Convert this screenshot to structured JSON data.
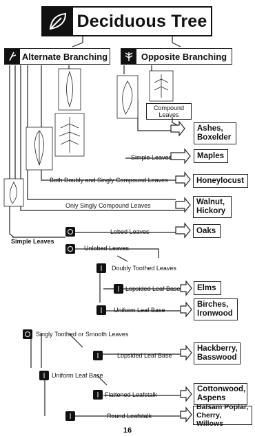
{
  "title": "Deciduous Tree",
  "branches": {
    "alternate": "Alternate Branching",
    "opposite": "Opposite Branching"
  },
  "nodes": {
    "compound_leaves": "Compound Leaves",
    "simple_leaves_opp": "Simple Leaves",
    "both_compound": "Both Doubly and Singly Compound Leaves",
    "only_singly": "Only Singly Compound Leaves",
    "lobed": "Lobed Leaves",
    "simple_leaves_alt": "Simple Leaves",
    "unlobed": "Unlobed Leaves",
    "doubly_toothed": "Doubly Toothed Leaves",
    "lopsided_1": "Lopsided Leaf Base",
    "uniform_1": "Uniform Leaf Base",
    "singly_toothed": "Singly Toothed or Smooth Leaves",
    "lopsided_2": "Lopsided Leaf Base",
    "uniform_2": "Uniform Leaf Base",
    "flattened": "Flattened Leafstalk",
    "round": "Round Leafstalk"
  },
  "answers": {
    "ashes": "Ashes, Boxelder",
    "maples": "Maples",
    "honeylocust": "Honeylocust",
    "walnut": "Walnut, Hickory",
    "oaks": "Oaks",
    "elms": "Elms",
    "birches": "Birches, Ironwood",
    "hackberry": "Hackberry, Basswood",
    "cottonwood": "Cottonwood, Aspens",
    "balsam": "Balsam Poplar, Cherry, Willows"
  },
  "icons": [
    "leaf-icon",
    "alternate-branch-icon",
    "opposite-branch-icon",
    "leaf-silhouette-icon"
  ],
  "colors": {
    "line": "#222222",
    "icon_bg": "#111111",
    "page": "#ffffff"
  },
  "page_number": "16"
}
